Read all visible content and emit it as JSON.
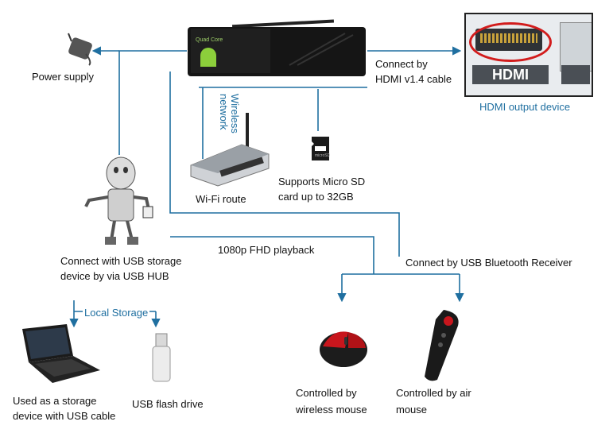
{
  "labels": {
    "power_supply": "Power supply",
    "connect_hdmi_line1": "Connect by",
    "connect_hdmi_line2": "HDMI v1.4 cable",
    "hdmi_tag": "HDMI",
    "hdmi_output_device": "HDMI output device",
    "wireless_network_line1": "Wireless",
    "wireless_network_line2": "network",
    "wifi_route": "Wi-Fi route",
    "micro_sd_line1": "Supports Micro SD",
    "micro_sd_line2": "card up to 32GB",
    "usb_hub_line1": "Connect with USB storage",
    "usb_hub_line2": "device by via USB HUB",
    "fhd_playback": "1080p FHD playback",
    "bluetooth_receiver": "Connect by USB Bluetooth Receiver",
    "local_storage": "Local Storage",
    "laptop_line1": "Used as a storage",
    "laptop_line2": "device with USB cable",
    "usb_flash": "USB flash drive",
    "mouse_line1": "Controlled by",
    "mouse_line2": "wireless mouse",
    "air_mouse_line1": "Controlled by air",
    "air_mouse_line2": "mouse"
  },
  "colors": {
    "connector_lines": "#1f6fa0",
    "accent_red": "#d21c1c",
    "device_black": "#1a1a1a"
  },
  "icons": {
    "main_device": "android-tv-stick-icon",
    "power": "power-adapter-icon",
    "hdmi": "hdmi-port-icon",
    "router": "wifi-router-icon",
    "sd_card": "micro-sd-card-icon",
    "usb_hub": "usb-hub-robot-icon",
    "laptop": "laptop-icon",
    "flash_drive": "usb-flash-drive-icon",
    "mouse": "wireless-mouse-icon",
    "air_mouse": "air-mouse-remote-icon"
  }
}
